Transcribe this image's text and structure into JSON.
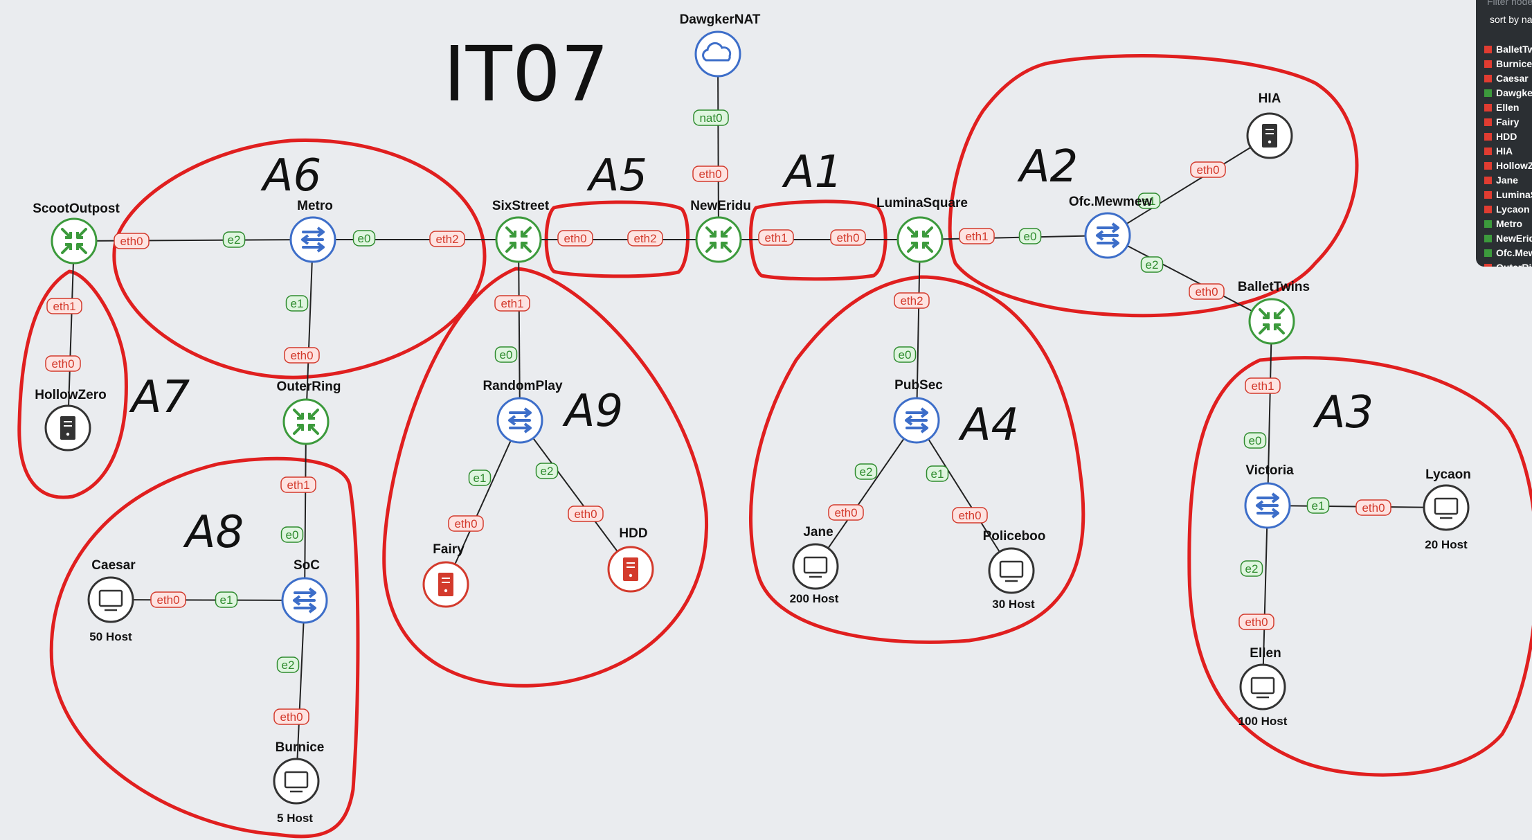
{
  "title": "IT07",
  "nodes": [
    {
      "id": "DawgkerNAT",
      "label": "DawgkerNAT",
      "kind": "cloud",
      "color": "#3d6ec9"
    },
    {
      "id": "ScootOutpost",
      "label": "ScootOutpost",
      "kind": "router",
      "color": "#3c9a3c"
    },
    {
      "id": "Metro",
      "label": "Metro",
      "kind": "switch",
      "color": "#3d6ec9"
    },
    {
      "id": "SixStreet",
      "label": "SixStreet",
      "kind": "router",
      "color": "#3c9a3c"
    },
    {
      "id": "NewEridu",
      "label": "NewEridu",
      "kind": "router",
      "color": "#3c9a3c"
    },
    {
      "id": "LuminaSquare",
      "label": "LuminaSquare",
      "kind": "router",
      "color": "#3c9a3c"
    },
    {
      "id": "OfcMewmew",
      "label": "Ofc.Mewmew",
      "kind": "switch",
      "color": "#3d6ec9"
    },
    {
      "id": "HIA",
      "label": "HIA",
      "kind": "server",
      "color": "#333"
    },
    {
      "id": "BalletTwins",
      "label": "BalletTwins",
      "kind": "router",
      "color": "#3c9a3c"
    },
    {
      "id": "HollowZero",
      "label": "HollowZero",
      "kind": "server",
      "color": "#333"
    },
    {
      "id": "OuterRing",
      "label": "OuterRing",
      "kind": "router",
      "color": "#3c9a3c"
    },
    {
      "id": "RandomPlay",
      "label": "RandomPlay",
      "kind": "switch",
      "color": "#3d6ec9"
    },
    {
      "id": "Fairy",
      "label": "Fairy",
      "kind": "server",
      "color": "#d33a2c"
    },
    {
      "id": "HDD",
      "label": "HDD",
      "kind": "server",
      "color": "#d33a2c"
    },
    {
      "id": "PubSec",
      "label": "PubSec",
      "kind": "switch",
      "color": "#3d6ec9"
    },
    {
      "id": "Jane",
      "label": "Jane",
      "kind": "host",
      "color": "#333",
      "note": "200 Host"
    },
    {
      "id": "Policeboo",
      "label": "Policeboo",
      "kind": "host",
      "color": "#333",
      "note": "30 Host"
    },
    {
      "id": "Caesar",
      "label": "Caesar",
      "kind": "host",
      "color": "#333",
      "note": "50 Host"
    },
    {
      "id": "SoC",
      "label": "SoC",
      "kind": "switch",
      "color": "#3d6ec9"
    },
    {
      "id": "Burnice",
      "label": "Burnice",
      "kind": "host",
      "color": "#333",
      "note": "5 Host"
    },
    {
      "id": "Victoria",
      "label": "Victoria",
      "kind": "switch",
      "color": "#3d6ec9"
    },
    {
      "id": "Lycaon",
      "label": "Lycaon",
      "kind": "host",
      "color": "#333",
      "note": "20 Host"
    },
    {
      "id": "Ellen",
      "label": "Ellen",
      "kind": "host",
      "color": "#333",
      "note": "100 Host"
    }
  ],
  "links": [
    {
      "a": "DawgkerNAT",
      "b": "NewEridu",
      "ports": [
        {
          "t": "nat0",
          "c": "g"
        },
        {
          "t": "eth0",
          "c": "r"
        }
      ]
    },
    {
      "a": "ScootOutpost",
      "b": "Metro",
      "ports": [
        {
          "t": "eth0",
          "c": "r"
        },
        {
          "t": "e2",
          "c": "g"
        }
      ]
    },
    {
      "a": "Metro",
      "b": "SixStreet",
      "ports": [
        {
          "t": "e0",
          "c": "g"
        },
        {
          "t": "eth2",
          "c": "r"
        }
      ]
    },
    {
      "a": "SixStreet",
      "b": "NewEridu",
      "ports": [
        {
          "t": "eth0",
          "c": "r"
        },
        {
          "t": "eth2",
          "c": "r"
        }
      ]
    },
    {
      "a": "NewEridu",
      "b": "LuminaSquare",
      "ports": [
        {
          "t": "eth1",
          "c": "r"
        },
        {
          "t": "eth0",
          "c": "r"
        }
      ]
    },
    {
      "a": "LuminaSquare",
      "b": "OfcMewmew",
      "ports": [
        {
          "t": "eth1",
          "c": "r"
        },
        {
          "t": "e0",
          "c": "g"
        }
      ]
    },
    {
      "a": "OfcMewmew",
      "b": "HIA",
      "ports": [
        {
          "t": "e1",
          "c": "g"
        },
        {
          "t": "eth0",
          "c": "r"
        }
      ]
    },
    {
      "a": "OfcMewmew",
      "b": "BalletTwins",
      "ports": [
        {
          "t": "e2",
          "c": "g"
        },
        {
          "t": "eth0",
          "c": "r"
        }
      ]
    },
    {
      "a": "ScootOutpost",
      "b": "HollowZero",
      "ports": [
        {
          "t": "eth1",
          "c": "r"
        },
        {
          "t": "eth0",
          "c": "r"
        }
      ]
    },
    {
      "a": "Metro",
      "b": "OuterRing",
      "ports": [
        {
          "t": "e1",
          "c": "g"
        },
        {
          "t": "eth0",
          "c": "r"
        }
      ]
    },
    {
      "a": "SixStreet",
      "b": "RandomPlay",
      "ports": [
        {
          "t": "eth1",
          "c": "r"
        },
        {
          "t": "e0",
          "c": "g"
        }
      ]
    },
    {
      "a": "RandomPlay",
      "b": "Fairy",
      "ports": [
        {
          "t": "e1",
          "c": "g"
        },
        {
          "t": "eth0",
          "c": "r"
        }
      ]
    },
    {
      "a": "RandomPlay",
      "b": "HDD",
      "ports": [
        {
          "t": "e2",
          "c": "g"
        },
        {
          "t": "eth0",
          "c": "r"
        }
      ]
    },
    {
      "a": "LuminaSquare",
      "b": "PubSec",
      "ports": [
        {
          "t": "eth2",
          "c": "r"
        },
        {
          "t": "e0",
          "c": "g"
        }
      ]
    },
    {
      "a": "PubSec",
      "b": "Jane",
      "ports": [
        {
          "t": "e2",
          "c": "g"
        },
        {
          "t": "eth0",
          "c": "r"
        }
      ]
    },
    {
      "a": "PubSec",
      "b": "Policeboo",
      "ports": [
        {
          "t": "e1",
          "c": "g"
        },
        {
          "t": "eth0",
          "c": "r"
        }
      ]
    },
    {
      "a": "OuterRing",
      "b": "SoC",
      "ports": [
        {
          "t": "eth1",
          "c": "r"
        },
        {
          "t": "e0",
          "c": "g"
        }
      ]
    },
    {
      "a": "Caesar",
      "b": "SoC",
      "ports": [
        {
          "t": "eth0",
          "c": "r"
        },
        {
          "t": "e1",
          "c": "g"
        }
      ]
    },
    {
      "a": "SoC",
      "b": "Burnice",
      "ports": [
        {
          "t": "e2",
          "c": "g"
        },
        {
          "t": "eth0",
          "c": "r"
        }
      ]
    },
    {
      "a": "BalletTwins",
      "b": "Victoria",
      "ports": [
        {
          "t": "eth1",
          "c": "r"
        },
        {
          "t": "e0",
          "c": "g"
        }
      ]
    },
    {
      "a": "Victoria",
      "b": "Lycaon",
      "ports": [
        {
          "t": "e1",
          "c": "g"
        },
        {
          "t": "eth0",
          "c": "r"
        }
      ]
    },
    {
      "a": "Victoria",
      "b": "Ellen",
      "ports": [
        {
          "t": "e2",
          "c": "g"
        },
        {
          "t": "eth0",
          "c": "r"
        }
      ]
    }
  ],
  "areas": [
    {
      "id": "A1",
      "label": "A1"
    },
    {
      "id": "A2",
      "label": "A2"
    },
    {
      "id": "A3",
      "label": "A3"
    },
    {
      "id": "A4",
      "label": "A4"
    },
    {
      "id": "A5",
      "label": "A5"
    },
    {
      "id": "A6",
      "label": "A6"
    },
    {
      "id": "A7",
      "label": "A7"
    },
    {
      "id": "A8",
      "label": "A8"
    },
    {
      "id": "A9",
      "label": "A9"
    }
  ],
  "side_panel": {
    "filter_placeholder": "Filter node",
    "sort_label": "sort by nam",
    "items": [
      {
        "name": "BalletTwi",
        "status": "red"
      },
      {
        "name": "Burnice",
        "status": "red"
      },
      {
        "name": "Caesar",
        "status": "red"
      },
      {
        "name": "Dawgker",
        "status": "green"
      },
      {
        "name": "Ellen",
        "status": "red"
      },
      {
        "name": "Fairy",
        "status": "red"
      },
      {
        "name": "HDD",
        "status": "red"
      },
      {
        "name": "HIA",
        "status": "red"
      },
      {
        "name": "HollowZe",
        "status": "red"
      },
      {
        "name": "Jane",
        "status": "red"
      },
      {
        "name": "LuminaS",
        "status": "red"
      },
      {
        "name": "Lycaon",
        "status": "red"
      },
      {
        "name": "Metro",
        "status": "green"
      },
      {
        "name": "NewEridu",
        "status": "green"
      },
      {
        "name": "Ofc.Mew",
        "status": "green"
      },
      {
        "name": "OuterRin",
        "status": "red"
      }
    ]
  },
  "colors": {
    "red": "#e03c31",
    "green": "#3c9a3c",
    "port_red_bg": "#fde3e1",
    "port_green_bg": "#dff5df",
    "port_red_text": "#d33a2c",
    "port_green_text": "#2e8b2e"
  }
}
